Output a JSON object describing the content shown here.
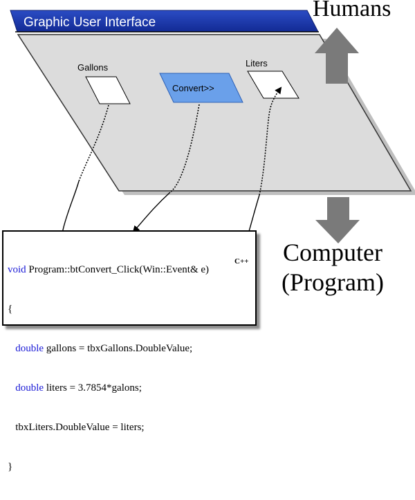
{
  "gui_panel": {
    "title": "Graphic User Interface",
    "gallons_label": "Gallons",
    "liters_label": "Liters",
    "convert_button": "Convert>>"
  },
  "side_labels": {
    "top": "Humans",
    "bottom_line1": "Computer",
    "bottom_line2": "(Program)"
  },
  "code": {
    "language_tag": "C++",
    "lines": [
      {
        "kw": "void",
        "rest": " Program::btConvert_Click(Win::Event& e)"
      },
      {
        "kw": "",
        "rest": "{"
      },
      {
        "kw": "   double",
        "rest": " gallons = tbxGallons.DoubleValue;"
      },
      {
        "kw": "   double",
        "rest": " liters = 3.7854*galons;"
      },
      {
        "kw": "",
        "rest": "   tbxLiters.DoubleValue = liters;"
      },
      {
        "kw": "",
        "rest": "}"
      }
    ]
  },
  "colors": {
    "title_bar": "#1833a8",
    "panel": "#dcdcdc",
    "button": "#6aa0ea",
    "arrow": "#7a7a7a",
    "keyword": "#1a1ad6"
  }
}
